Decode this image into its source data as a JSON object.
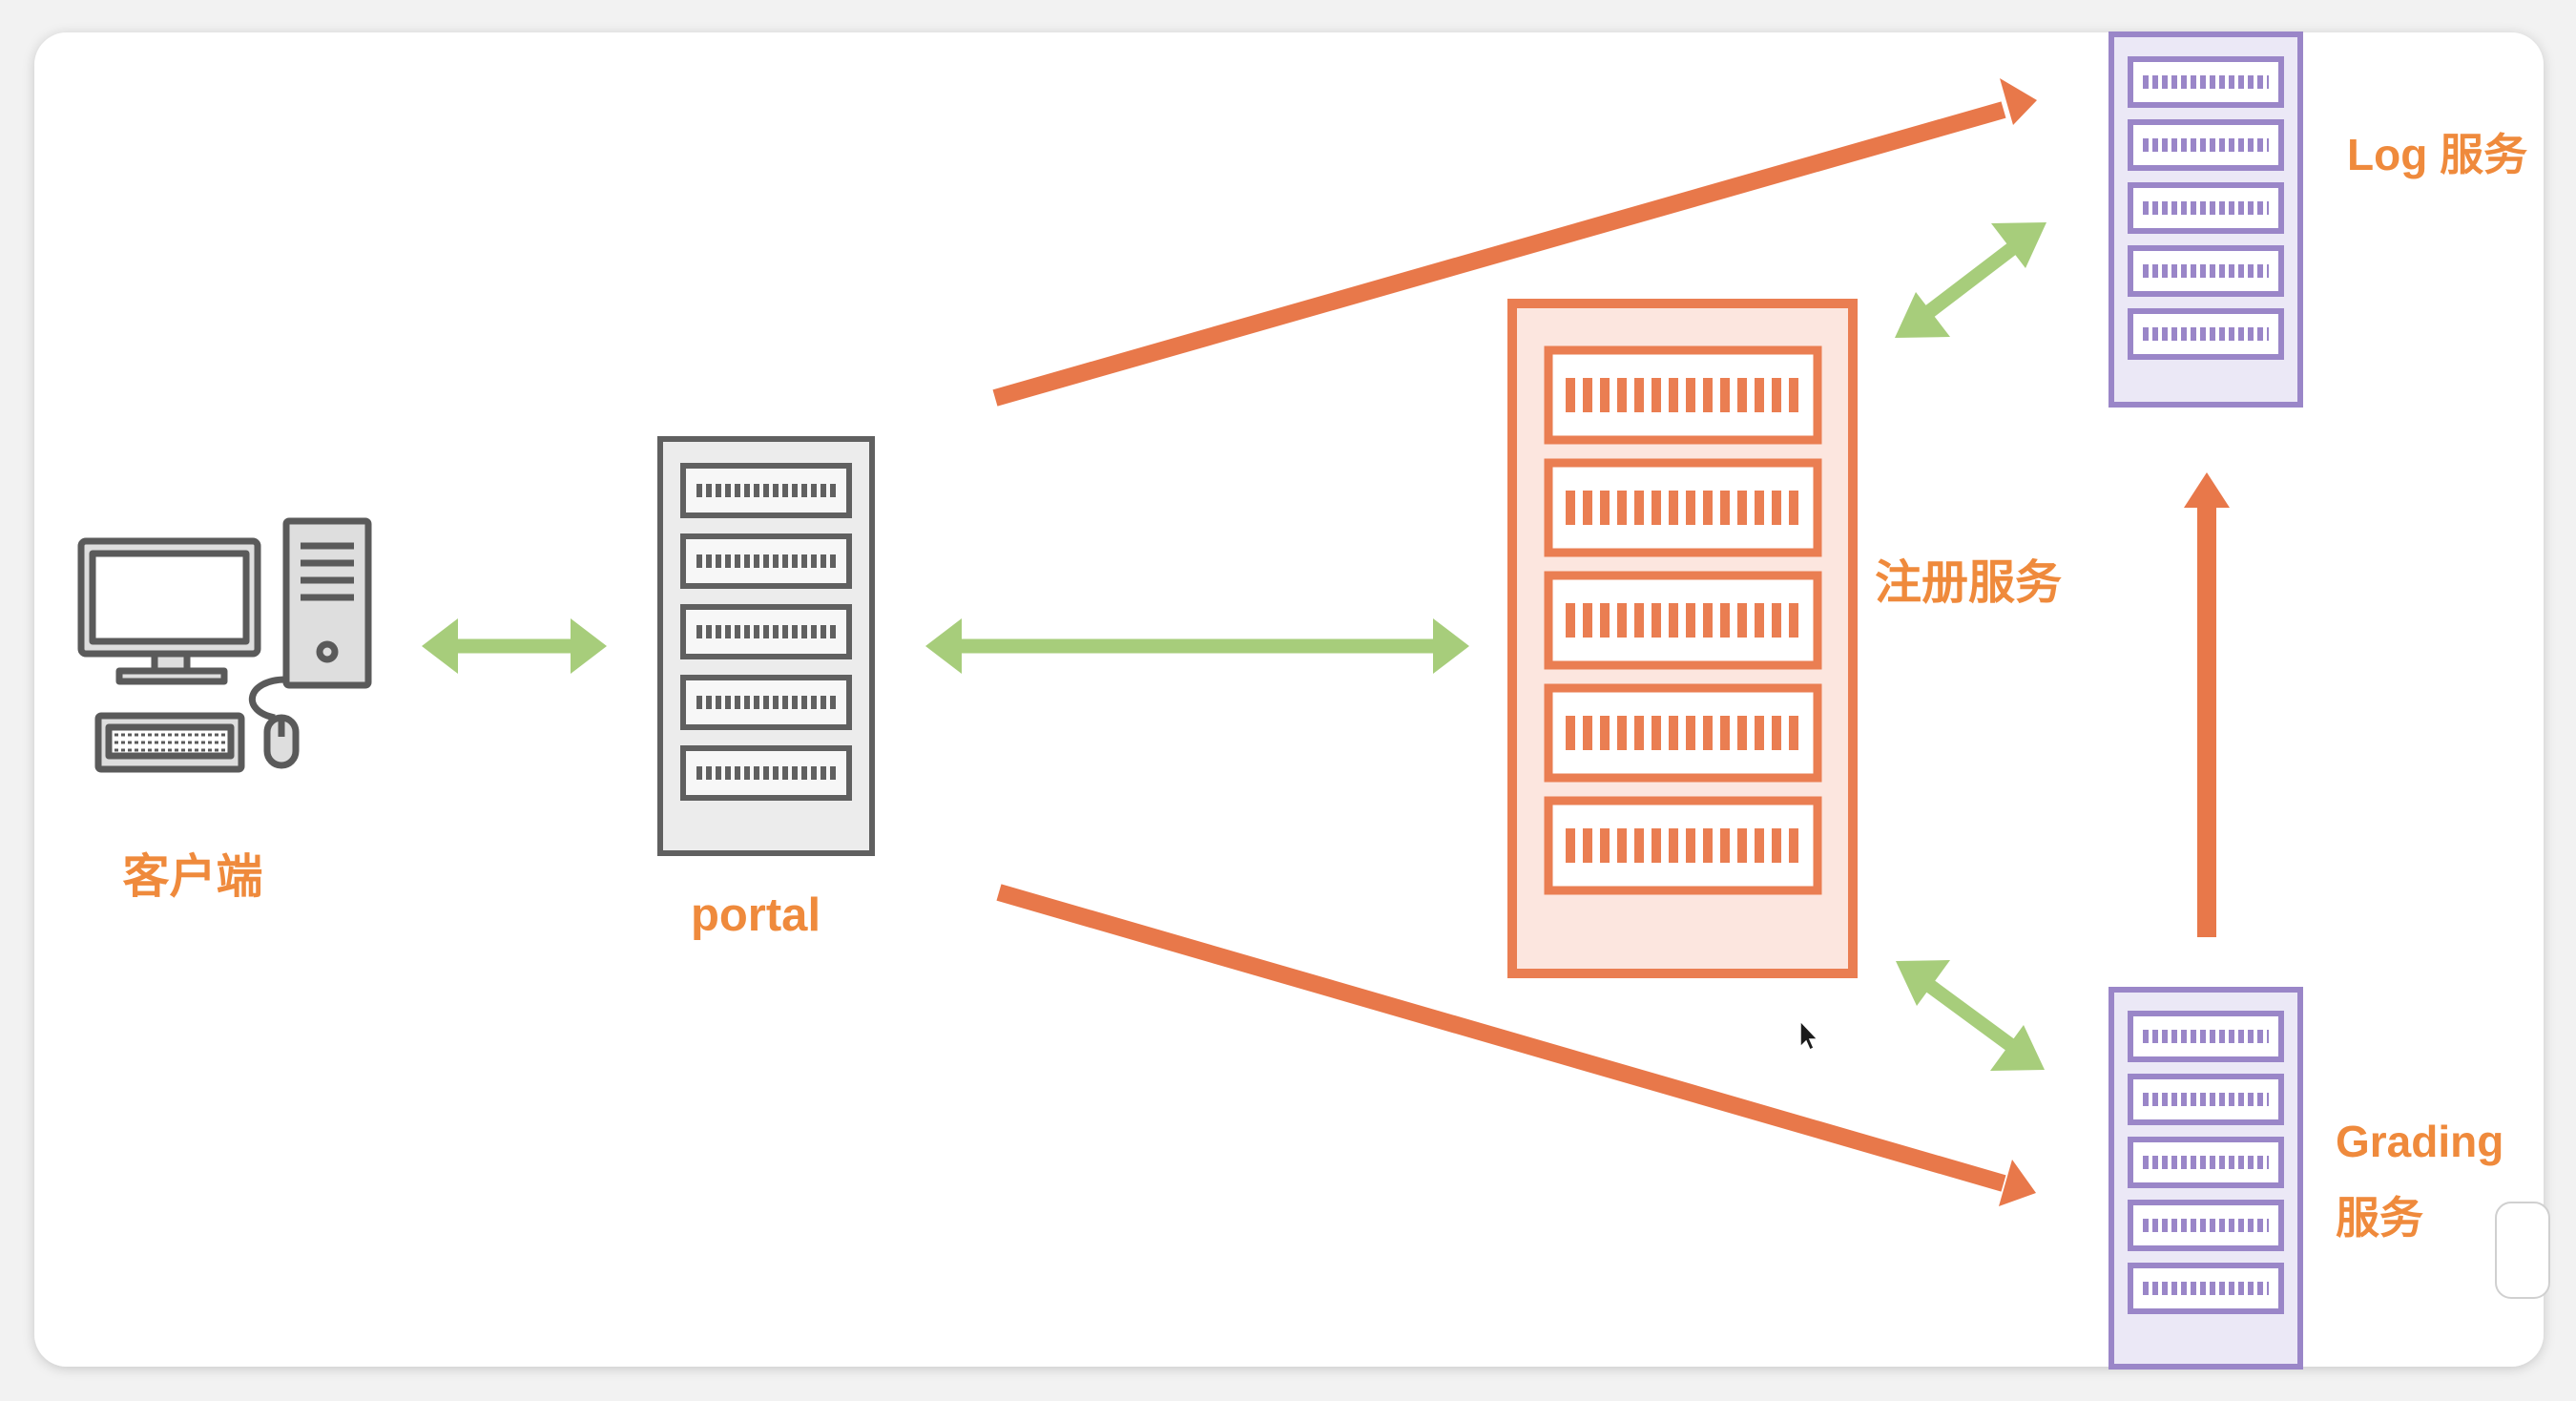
{
  "nodes": {
    "client": {
      "label": "客户端"
    },
    "portal": {
      "label": "portal"
    },
    "registry": {
      "label": "注册服务"
    },
    "log": {
      "label": "Log 服务"
    },
    "grading": {
      "label_line1": "Grading",
      "label_line2": "服务"
    }
  },
  "colors": {
    "call_arrow": "#e8784a",
    "link_arrow": "#a7cd7b",
    "label": "#ef8a3c",
    "registry": "#ea7e52",
    "registry_fill": "#fce6df",
    "service": "#9a86c8",
    "service_fill": "#ebe8f6",
    "portal": "#606060",
    "portal_fill": "#ececec"
  },
  "icons": {
    "client": "desktop-computer-icon",
    "portal": "server-rack-icon",
    "registry": "server-rack-icon",
    "log": "server-rack-icon",
    "grading": "server-rack-icon",
    "cursor": "mouse-cursor-icon"
  }
}
